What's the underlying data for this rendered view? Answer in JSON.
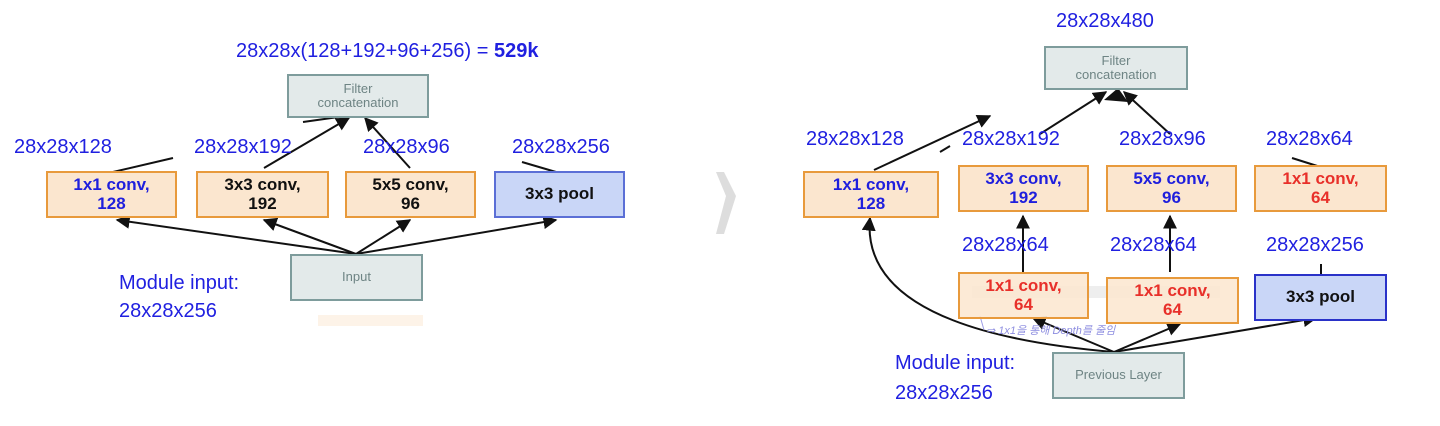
{
  "left": {
    "title_prefix": "28x28x(128+192+96+256) = ",
    "title_value": "529k",
    "concat_label": "Filter\nconcatenation",
    "input_label": "Input",
    "module_input_line1": "Module input:",
    "module_input_line2": "28x28x256",
    "branches": [
      {
        "dim": "28x28x128",
        "op": "1x1 conv,\n128"
      },
      {
        "dim": "28x28x192",
        "op": "3x3 conv,\n192"
      },
      {
        "dim": "28x28x96",
        "op": "5x5 conv,\n96"
      },
      {
        "dim": "28x28x256",
        "op": "3x3 pool"
      }
    ]
  },
  "right": {
    "output_dim": "28x28x480",
    "concat_label": "Filter\nconcatenation",
    "prev_layer_label": "Previous Layer",
    "module_input_line1": "Module input:",
    "module_input_line2": "28x28x256",
    "top_dims": [
      "28x28x128",
      "28x28x192",
      "28x28x96",
      "28x28x64"
    ],
    "top_ops": [
      "1x1 conv,\n128",
      "3x3 conv,\n192",
      "5x5 conv,\n96",
      "1x1 conv,\n64"
    ],
    "mid_dims": [
      "28x28x64",
      "28x28x64",
      "28x28x256"
    ],
    "bottom_ops": [
      "1x1 conv,\n64",
      "1x1 conv,\n64",
      "3x3 pool"
    ],
    "handwritten_note": "⇒ 1x1을 통해 Depth를 줄임"
  },
  "colors": {
    "dim_text": "#2020e0",
    "conv_fill": "#fbe6cf",
    "conv_border": "#e89a3c",
    "pool_fill": "#c9d6f7",
    "gray_box": "#e3eaea",
    "red_text": "#e8302a",
    "arrow_divider": "#dddddd"
  }
}
